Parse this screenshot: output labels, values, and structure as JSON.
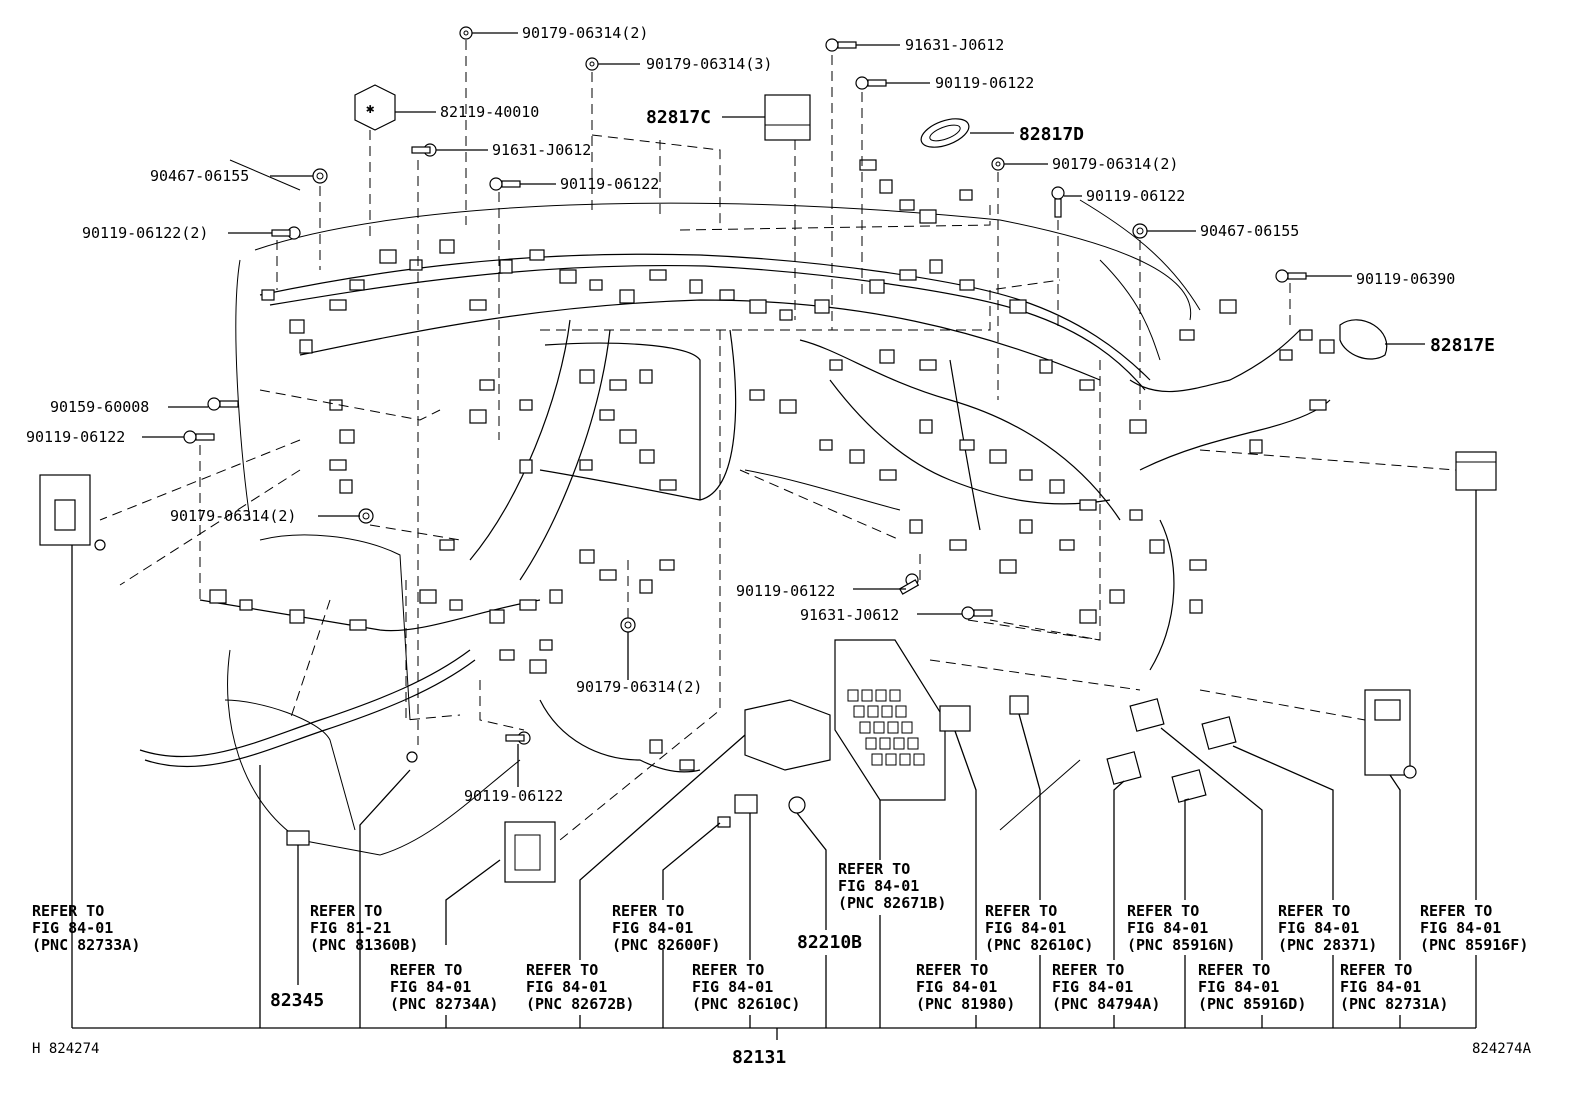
{
  "part_numbers": {
    "p1": "90179-06314(2)",
    "p2": "91631-J0612",
    "p3": "90179-06314(3)",
    "p4": "90119-06122",
    "p5": "82119-40010",
    "p6": "82817C",
    "p7": "82817D",
    "p8": "91631-J0612",
    "p9": "90179-06314(2)",
    "p10": "90467-06155",
    "p11": "90119-06122",
    "p12": "90119-06122",
    "p13": "90119-06122(2)",
    "p14": "90467-06155",
    "p15": "90119-06390",
    "p16": "82817E",
    "p17": "90159-60008",
    "p18": "90119-06122",
    "p19": "90179-06314(2)",
    "p20": "90119-06122",
    "p21": "91631-J0612",
    "p22": "90179-06314(2)",
    "p23": "90119-06122",
    "p24": "82210B",
    "p25": "82345",
    "p26": "82131"
  },
  "refer_notes": [
    {
      "l1": "REFER TO",
      "l2": "FIG  84-01",
      "l3": "(PNC 82733A)"
    },
    {
      "l1": "REFER TO",
      "l2": "FIG  81-21",
      "l3": "(PNC 81360B)"
    },
    {
      "l1": "REFER TO",
      "l2": "FIG  84-01",
      "l3": "(PNC 82734A)"
    },
    {
      "l1": "REFER TO",
      "l2": "FIG  84-01",
      "l3": "(PNC 82672B)"
    },
    {
      "l1": "REFER TO",
      "l2": "FIG  84-01",
      "l3": "(PNC 82600F)"
    },
    {
      "l1": "REFER TO",
      "l2": "FIG  84-01",
      "l3": "(PNC 82610C)"
    },
    {
      "l1": "REFER TO",
      "l2": "FIG  84-01",
      "l3": "(PNC 82671B)"
    },
    {
      "l1": "REFER TO",
      "l2": "FIG  84-01",
      "l3": "(PNC 81980)"
    },
    {
      "l1": "REFER TO",
      "l2": "FIG  84-01",
      "l3": "(PNC 82610C)"
    },
    {
      "l1": "REFER TO",
      "l2": "FIG  84-01",
      "l3": "(PNC 84794A)"
    },
    {
      "l1": "REFER TO",
      "l2": "FIG  84-01",
      "l3": "(PNC 85916N)"
    },
    {
      "l1": "REFER TO",
      "l2": "FIG  84-01",
      "l3": "(PNC 85916D)"
    },
    {
      "l1": "REFER TO",
      "l2": "FIG  84-01",
      "l3": "(PNC 28371)"
    },
    {
      "l1": "REFER TO",
      "l2": "FIG  84-01",
      "l3": "(PNC 82731A)"
    },
    {
      "l1": "REFER TO",
      "l2": "FIG  84-01",
      "l3": "(PNC 85916F)"
    }
  ],
  "footer": {
    "left_code": "H  824274",
    "right_code": "824274A"
  }
}
